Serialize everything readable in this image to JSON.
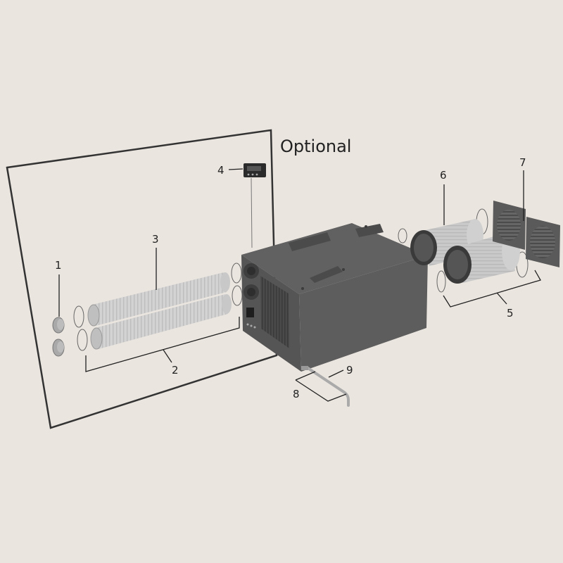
{
  "diagram": {
    "optional_label": "Optional",
    "part_numbers": {
      "p1": "1",
      "p2": "2",
      "p3": "3",
      "p4": "4",
      "p5": "5",
      "p6": "6",
      "p7": "7",
      "p8": "8",
      "p9": "9"
    },
    "colors": {
      "background": "#ebe5df",
      "unit_body": "#5b5b5b",
      "unit_dark": "#474747",
      "duct": "#cfcfcf",
      "filter": "#cbcbcb",
      "grille": "#5a5a5a",
      "outline": "#222222"
    }
  }
}
